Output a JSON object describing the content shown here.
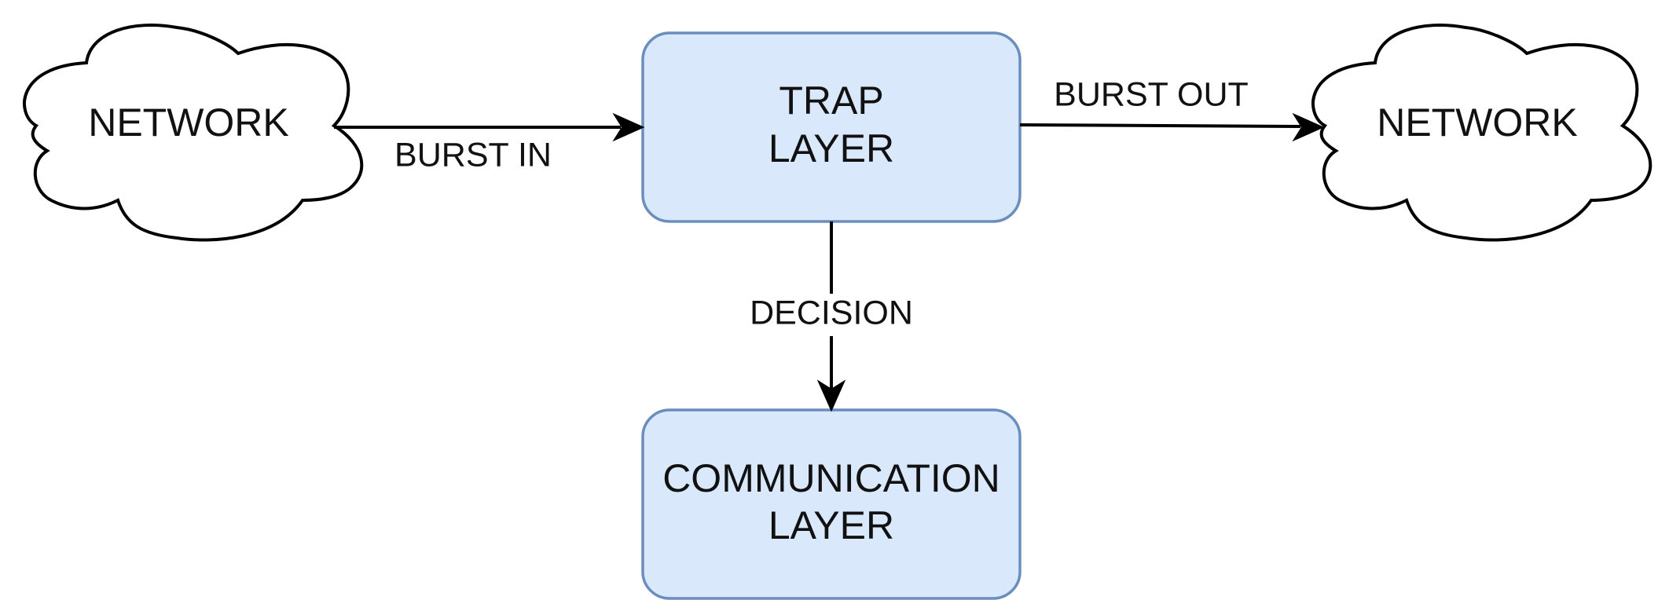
{
  "diagram": {
    "nodes": {
      "network_left": {
        "label": "NETWORK",
        "shape": "cloud"
      },
      "trap_layer": {
        "label_lines": [
          "TRAP",
          "LAYER"
        ],
        "shape": "rounded-rectangle"
      },
      "network_right": {
        "label": "NETWORK",
        "shape": "cloud"
      },
      "communication_layer": {
        "label_lines": [
          "COMMUNICATION",
          "LAYER"
        ],
        "shape": "rounded-rectangle"
      }
    },
    "edges": {
      "burst_in": {
        "from": "network_left",
        "to": "trap_layer",
        "label": "BURST IN"
      },
      "burst_out": {
        "from": "trap_layer",
        "to": "network_right",
        "label": "BURST OUT"
      },
      "decision": {
        "from": "trap_layer",
        "to": "communication_layer",
        "label": "DECISION"
      }
    },
    "colors": {
      "box_fill": "#dae8fc",
      "box_stroke": "#6c8ebf",
      "cloud_fill": "#ffffff",
      "line": "#000000",
      "text": "#111111"
    }
  }
}
